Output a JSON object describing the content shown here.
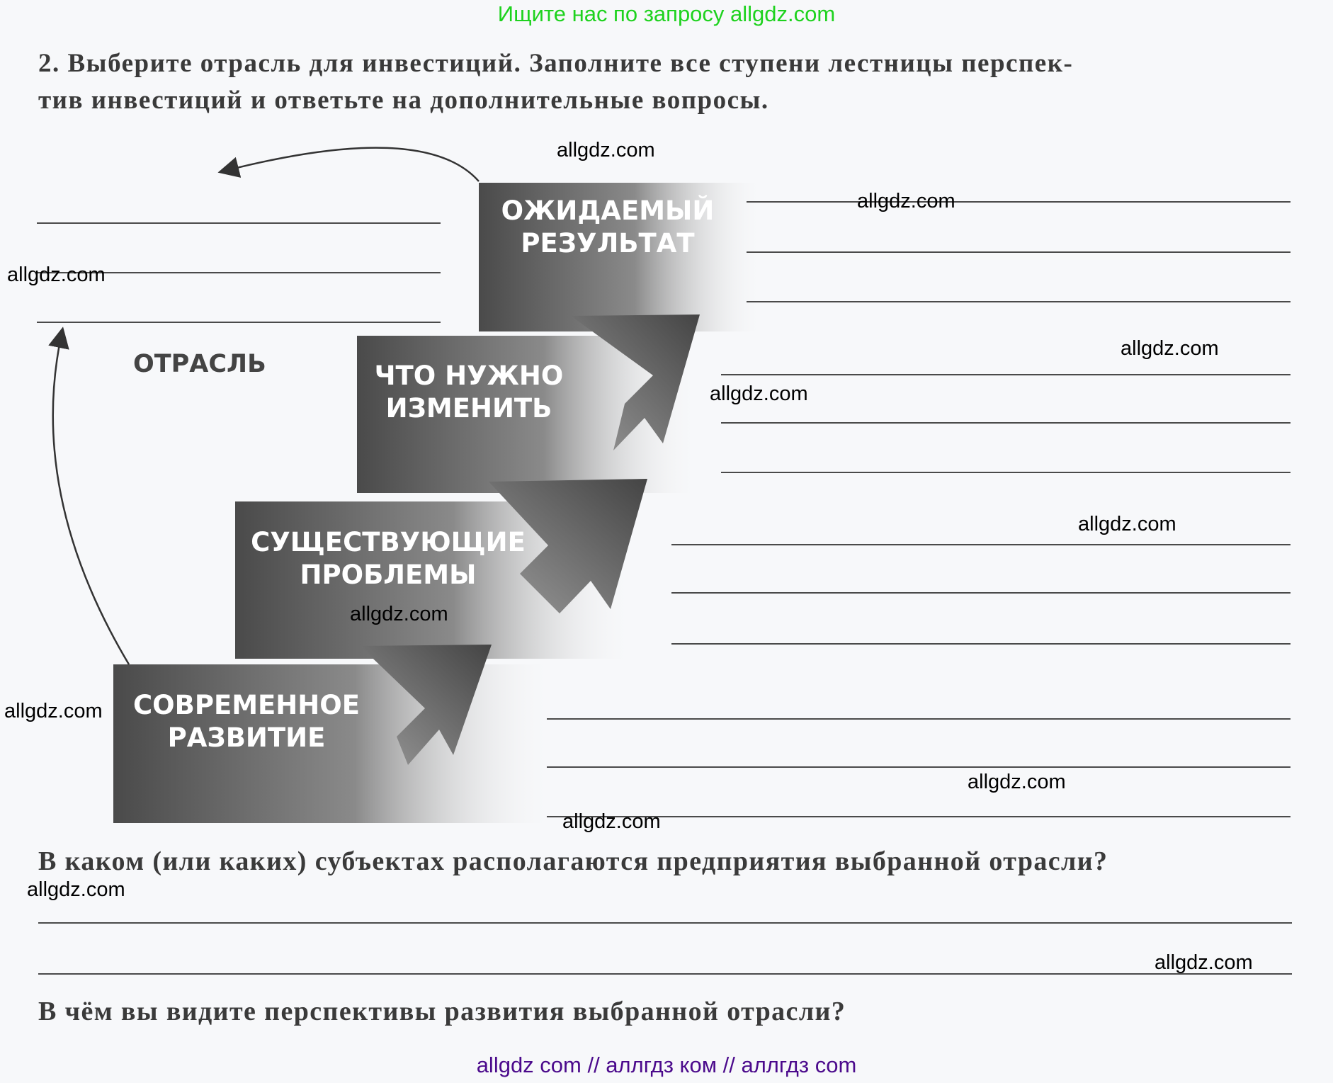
{
  "header_banner": "Ищите нас по запросу allgdz.com",
  "task": {
    "line1": "2.  Выберите отрасль для инвестиций. Заполните все ступени лестницы перспек-",
    "line2": "тив инвестиций и ответьте на дополнительные вопросы."
  },
  "diagram": {
    "industry_label": "ОТРАСЛЬ",
    "steps": [
      {
        "line1": "СОВРЕМЕННОЕ",
        "line2": "РАЗВИТИЕ"
      },
      {
        "line1": "СУЩЕСТВУЮЩИЕ",
        "line2": "ПРОБЛЕМЫ"
      },
      {
        "line1": "ЧТО НУЖНО",
        "line2": "ИЗМЕНИТЬ"
      },
      {
        "line1": "ОЖИДАЕМЫЙ",
        "line2": "РЕЗУЛЬТАТ"
      }
    ]
  },
  "questions": [
    "В каком (или каких) субъектах располагаются предприятия выбранной отрасли?",
    "В чём вы видите перспективы развития выбранной отрасли?"
  ],
  "watermark": "allgdz.com",
  "footer": "allgdz com  //  аллгдз ком  //  аллгдз com",
  "colors": {
    "banner": "#1ed21e",
    "footer": "#4b0a8c",
    "step_dark": "#555555"
  }
}
